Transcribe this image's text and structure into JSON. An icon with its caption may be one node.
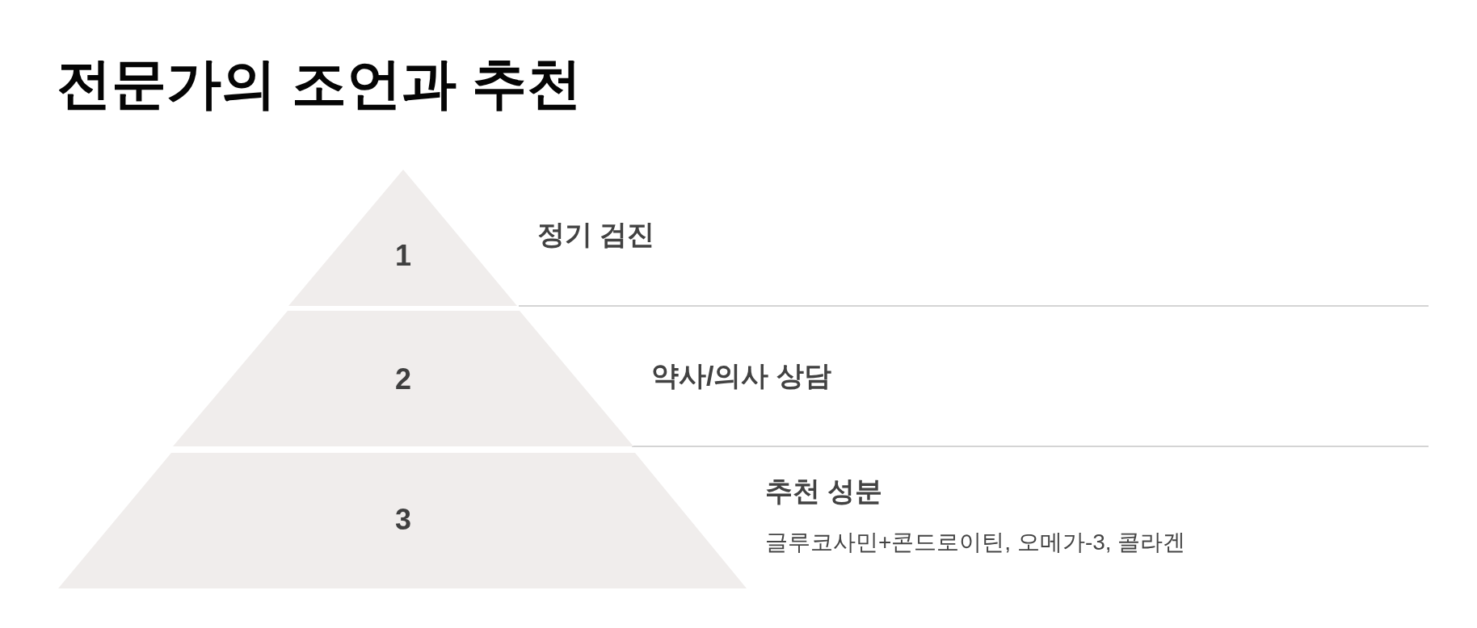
{
  "diagram": {
    "title": "전문가의 조언과 추천",
    "nodes": [
      {
        "text": [
          "1"
        ],
        "beside": [
          "정기 검진"
        ]
      },
      {
        "text": [
          "2"
        ],
        "beside": [
          "약사/의사 상담"
        ]
      },
      {
        "text": [
          "3"
        ],
        "beside": [
          "추천 성분",
          "글루코사민+콘드로이틴, 오메가-3, 콜라겐"
        ]
      }
    ]
  }
}
